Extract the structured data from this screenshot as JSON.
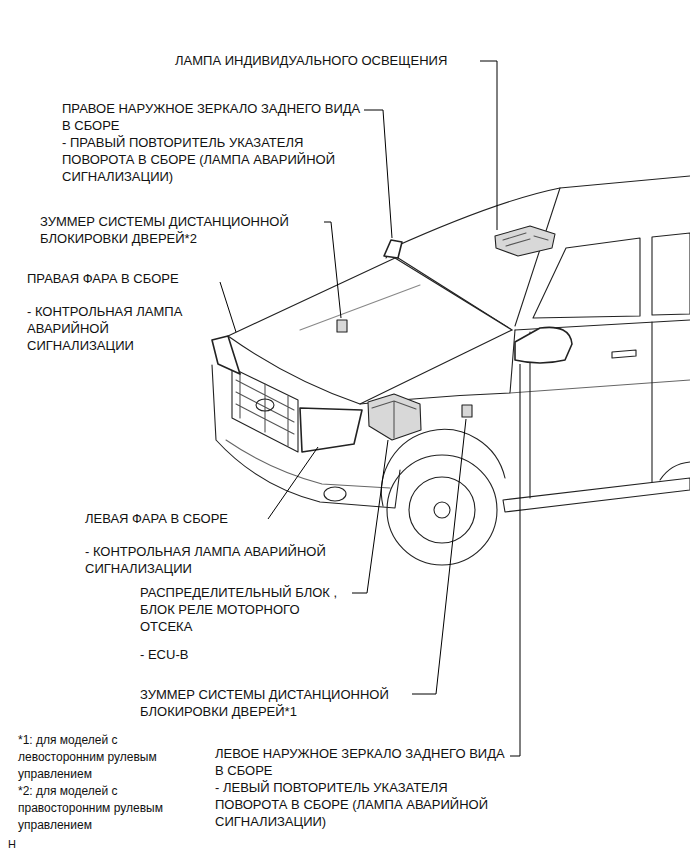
{
  "diagram": {
    "labels": [
      "ЛАМПА ИНДИВИДУАЛЬНОГО ОСВЕЩЕНИЯ",
      "ПРАВОЕ НАРУЖНОЕ ЗЕРКАЛО ЗАДНЕГО ВИДА В СБОРЕ",
      "- ПРАВЫЙ ПОВТОРИТЕЛЬ УКАЗАТЕЛЯ ПОВОРОТА В СБОРЕ (ЛАМПА АВАРИЙНОЙ СИГНАЛИЗАЦИИ)",
      "ЗУММЕР СИСТЕМЫ ДИСТАНЦИОННОЙ БЛОКИРОВКИ ДВЕРЕЙ*2",
      "ПРАВАЯ ФАРА В СБОРЕ",
      "- КОНТРОЛЬНАЯ ЛАМПА АВАРИЙНОЙ СИГНАЛИЗАЦИИ",
      "ЛЕВАЯ ФАРА В СБОРЕ",
      "- КОНТРОЛЬНАЯ ЛАМПА АВАРИЙНОЙ СИГНАЛИЗАЦИИ",
      "РАСПРЕДЕЛИТЕЛЬНЫЙ БЛОК , БЛОК РЕЛЕ МОТОРНОГО ОТСЕКА",
      "- ECU-B",
      "ЗУММЕР СИСТЕМЫ ДИСТАНЦИОННОЙ БЛОКИРОВКИ ДВЕРЕЙ*1",
      "*1: для моделей с левосторонним рулевым управлением",
      "*2: для моделей с правосторонним рулевым управлением",
      "ЛЕВОЕ НАРУЖНОЕ ЗЕРКАЛО ЗАДНЕГО ВИДА В СБОРЕ",
      "- ЛЕВЫЙ ПОВТОРИТЕЛЬ УКАЗАТЕЛЯ ПОВОРОТА В СБОРЕ (ЛАМПА АВАРИЙНОЙ СИГНАЛИЗАЦИИ)",
      "H"
    ]
  }
}
